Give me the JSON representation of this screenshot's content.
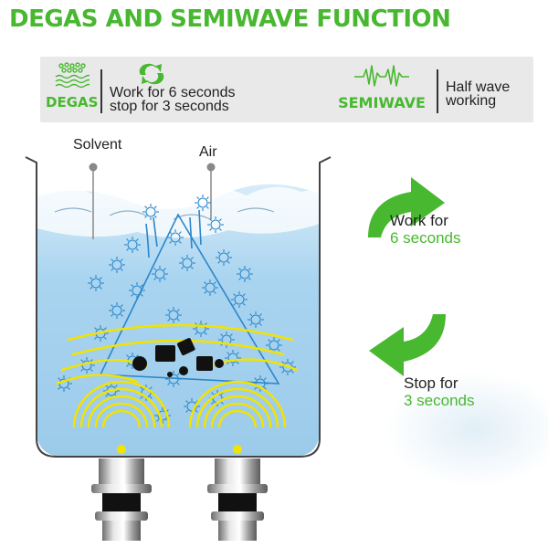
{
  "title": "DEGAS AND SEMIWAVE FUNCTION",
  "degas": {
    "label": "DEGAS",
    "line1": "Work for 6 seconds",
    "line2": "stop for 3 seconds",
    "icon": "bubbles-waves-icon",
    "cycle_icon": "cycle-arrows-icon"
  },
  "semiwave": {
    "label": "SEMIWAVE",
    "line1": "Half wave",
    "line2": "working",
    "icon": "waveform-icon"
  },
  "callouts": {
    "solvent": "Solvent",
    "air": "Air"
  },
  "cycle": {
    "work_line1": "Work for",
    "work_line2": "6 seconds",
    "stop_line1": "Stop for",
    "stop_line2": "3 seconds"
  },
  "colors": {
    "brand_green": "#47b82f",
    "water_blue": "#a8d2ee",
    "bubble_blue": "#2b86c9",
    "ultrasonic_yellow": "#f2e300"
  }
}
